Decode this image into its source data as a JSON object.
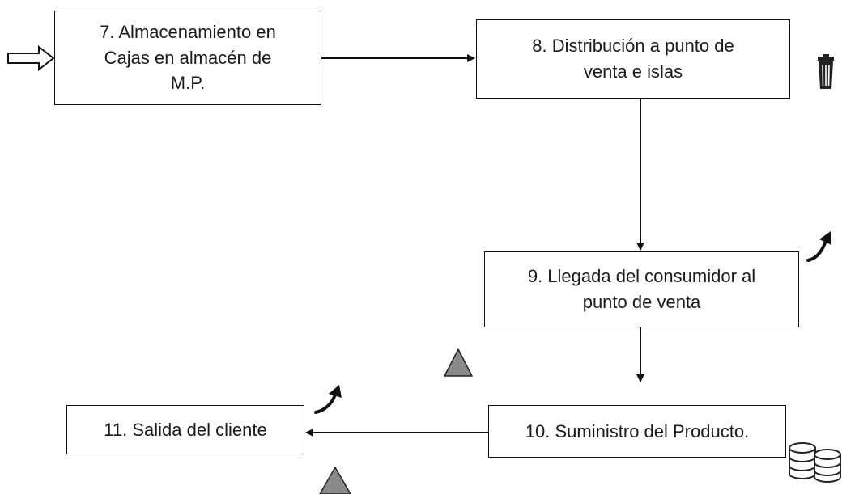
{
  "steps": [
    {
      "id": "b7",
      "label": "7. Almacenamiento en\nCajas en almacén de\nM.P."
    },
    {
      "id": "b8",
      "label": "8. Distribución a punto de\nventa e islas"
    },
    {
      "id": "b9",
      "label": "9. Llegada del consumidor al\npunto de venta"
    },
    {
      "id": "b10",
      "label": "10. Suministro del Producto."
    },
    {
      "id": "b11",
      "label": "11. Salida del cliente"
    }
  ],
  "symbols": {
    "trash": "trash-icon",
    "curved_arrow": "curved-arrow-icon",
    "triangle": "triangle-icon",
    "coins": "coins-stack-icon"
  },
  "colors": {
    "line": "#111111",
    "triangle_fill": "#8a8a8a"
  }
}
